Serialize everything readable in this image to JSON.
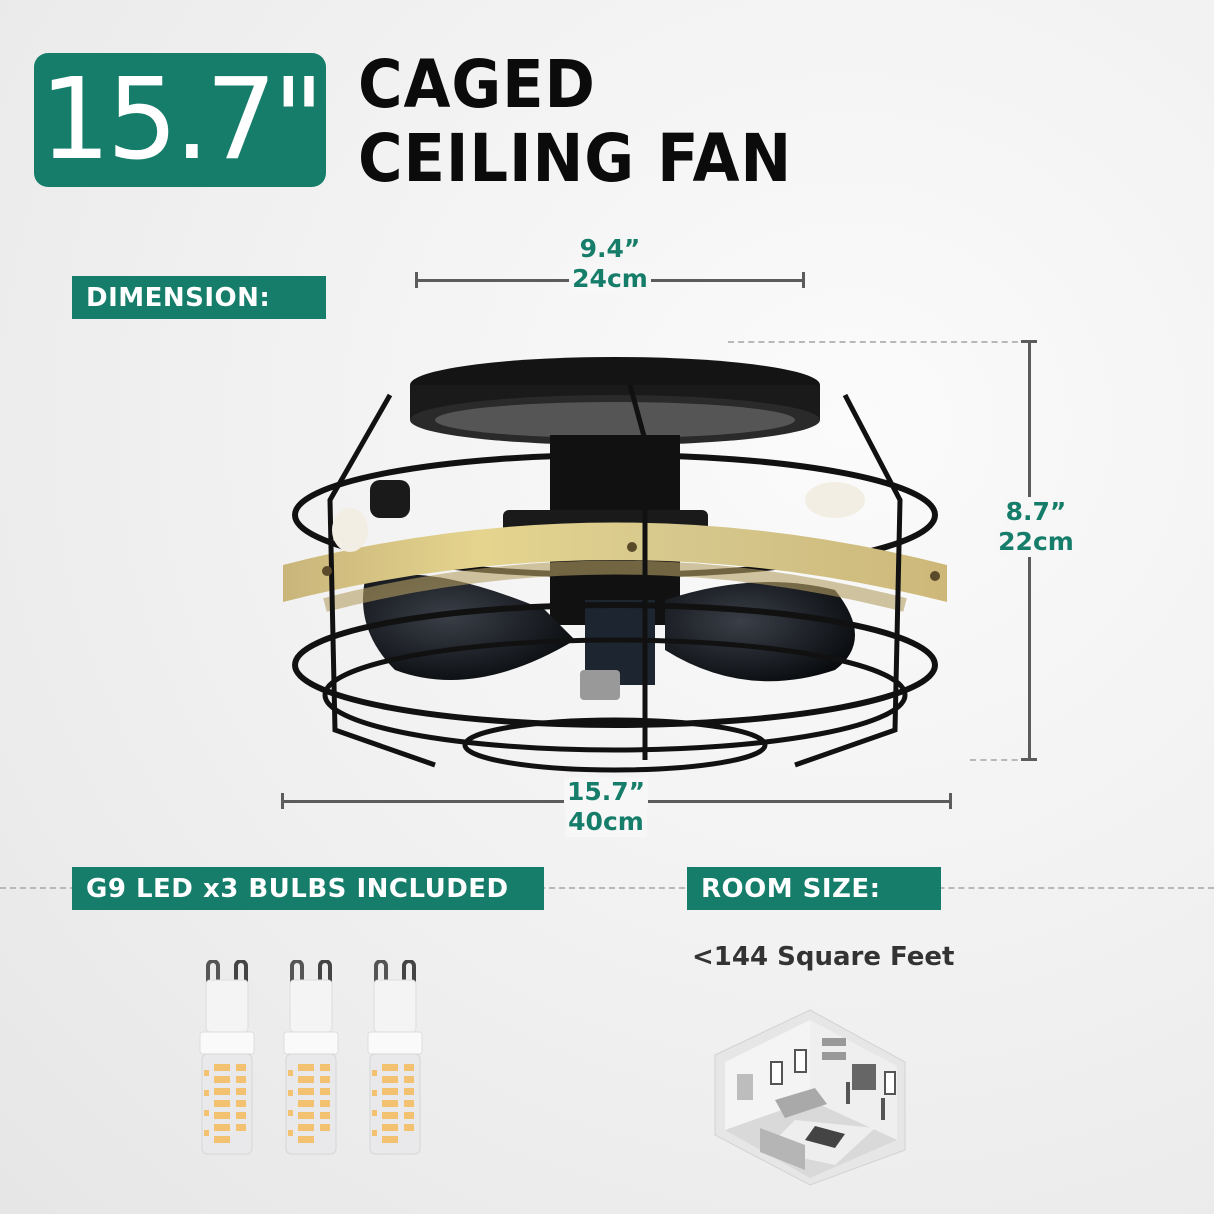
{
  "header": {
    "size_badge": "15.7\"",
    "title_line1": "CAGED",
    "title_line2": "CEILING FAN"
  },
  "dimension": {
    "label": "DIMENSION:",
    "top_width": {
      "inches": "9.4”",
      "cm": "24cm"
    },
    "height": {
      "inches": "8.7”",
      "cm": "22cm"
    },
    "bottom_width": {
      "inches": "15.7”",
      "cm": "40cm"
    }
  },
  "bulbs": {
    "label": "G9 LED x3 BULBS INCLUDED",
    "count": 3,
    "icon": "g9-led-bulb-icon"
  },
  "room": {
    "label": "ROOM SIZE:",
    "size_text": "<144 Square Feet",
    "icon": "living-room-illustration"
  },
  "colors": {
    "accent": "#157d69",
    "title_text": "#0b0b0b",
    "measure_line": "#5c5c5c",
    "background": "#f0f0f0"
  }
}
